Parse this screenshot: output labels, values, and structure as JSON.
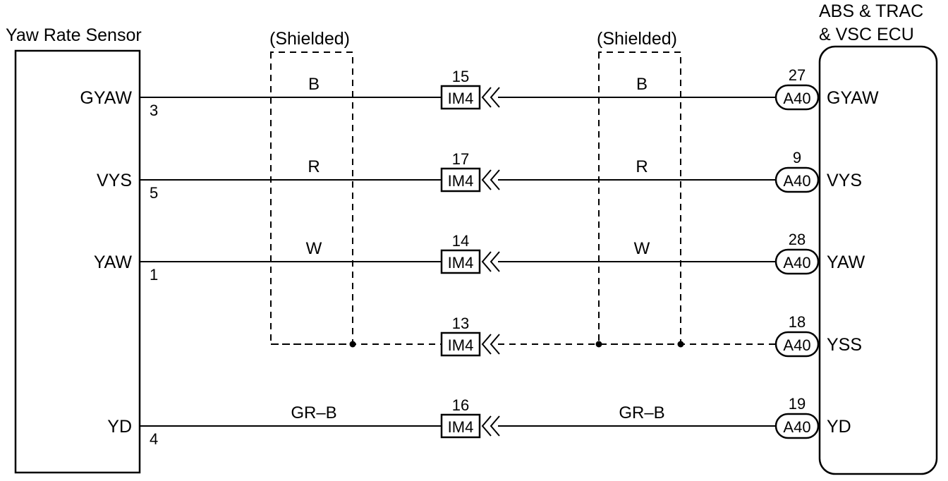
{
  "sensor": {
    "title": "Yaw Rate Sensor"
  },
  "ecu": {
    "title_line1": "ABS & TRAC",
    "title_line2": "& VSC ECU"
  },
  "shield_labels": [
    "(Shielded)",
    "(Shielded)"
  ],
  "circuits": [
    {
      "sensor_terminal": "GYAW",
      "sensor_pin": "3",
      "wire_color_left": "B",
      "junction": "IM4",
      "junction_pin": "15",
      "wire_color_right": "B",
      "ecu_connector": "A40",
      "ecu_pin": "27",
      "ecu_terminal": "GYAW"
    },
    {
      "sensor_terminal": "VYS",
      "sensor_pin": "5",
      "wire_color_left": "R",
      "junction": "IM4",
      "junction_pin": "17",
      "wire_color_right": "R",
      "ecu_connector": "A40",
      "ecu_pin": "9",
      "ecu_terminal": "VYS"
    },
    {
      "sensor_terminal": "YAW",
      "sensor_pin": "1",
      "wire_color_left": "W",
      "junction": "IM4",
      "junction_pin": "14",
      "wire_color_right": "W",
      "ecu_connector": "A40",
      "ecu_pin": "28",
      "ecu_terminal": "YAW"
    },
    {
      "sensor_terminal": "",
      "sensor_pin": "",
      "wire_color_left": "",
      "junction": "IM4",
      "junction_pin": "13",
      "wire_color_right": "",
      "ecu_connector": "A40",
      "ecu_pin": "18",
      "ecu_terminal": "YSS"
    },
    {
      "sensor_terminal": "YD",
      "sensor_pin": "4",
      "wire_color_left": "GR–B",
      "junction": "IM4",
      "junction_pin": "16",
      "wire_color_right": "GR–B",
      "ecu_connector": "A40",
      "ecu_pin": "19",
      "ecu_terminal": "YD"
    }
  ]
}
